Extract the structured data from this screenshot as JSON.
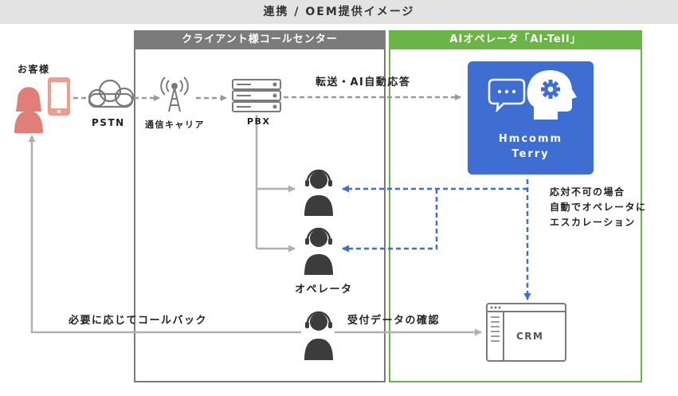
{
  "title": "連携 / OEM提供イメージ",
  "call_center": {
    "header": "クライアント様コールセンター"
  },
  "ai_operator": {
    "header": "AIオペレータ「AI-Tell」"
  },
  "nodes": {
    "customer": "お客様",
    "pstn": "PSTN",
    "carrier": "通信キャリア",
    "pbx": "PBX",
    "operators": "オペレータ",
    "terry_line1": "Hmcomm",
    "terry_line2": "Terry",
    "crm": "CRM"
  },
  "edges": {
    "forward_label": "転送・AI自動応答",
    "escalation_lines": [
      "応対不可の場合",
      "自動でオペレータに",
      "エスカレーション"
    ],
    "callback_label": "必要に応じてコールバック",
    "confirm_label": "受付データの確認"
  },
  "colors": {
    "gray_header": "#7b7b7b",
    "green_header": "#6ab545",
    "blue": "#3e6ed2",
    "line_gray": "#b0b0b0"
  }
}
